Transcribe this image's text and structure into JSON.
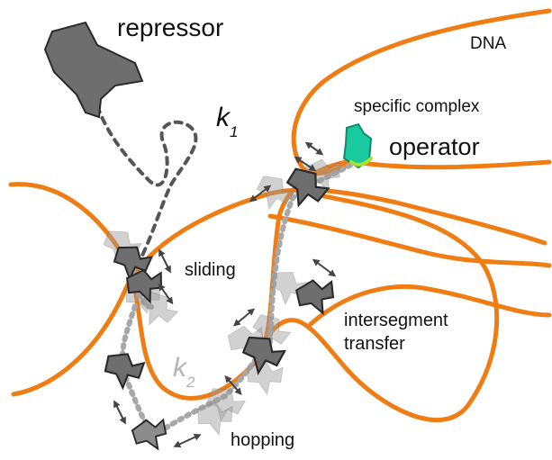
{
  "labels": {
    "repressor": "repressor",
    "dna": "DNA",
    "specific_complex": "specific complex",
    "operator": "operator",
    "k1_letter": "k",
    "k1_sub": "1",
    "k2_letter": "k",
    "k2_sub": "2",
    "sliding": "sliding",
    "intersegment_line1": "intersegment",
    "intersegment_line2": "transfer",
    "hopping": "hopping"
  },
  "colors": {
    "dna": "#ef7d14",
    "protein": "#6e6e6e",
    "operator": "#19c9a0",
    "operator_edge": "#a6e22e"
  }
}
